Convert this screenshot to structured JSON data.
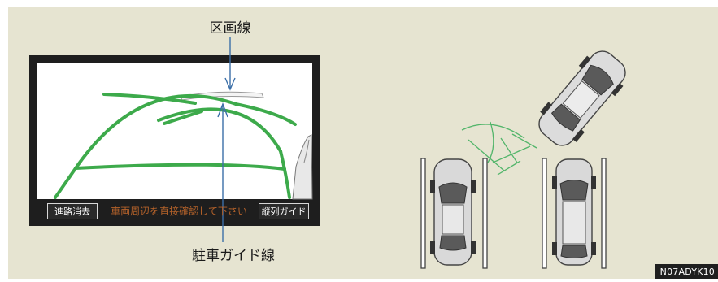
{
  "labels": {
    "section_line": "区画線",
    "parking_guide_line": "駐車ガイド線"
  },
  "camera_screen": {
    "route_clear_button": "進路消去",
    "warning_message": "車両周辺を直接確認して下さい",
    "parallel_guide_button": "縦列ガイド"
  },
  "image_code": "N07ADYK10",
  "colors": {
    "background": "#e6e4d1",
    "guide_line": "#3daa4b",
    "arrow": "#3b6fa8",
    "warning_text": "#b5622a"
  }
}
